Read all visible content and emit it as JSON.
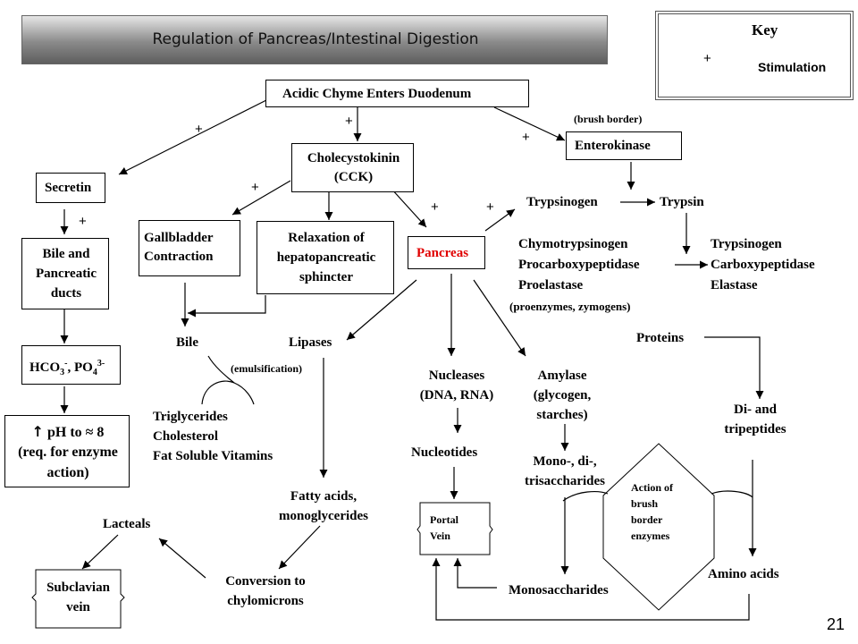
{
  "header": {
    "title": "Regulation of Pancreas/Intestinal  Digestion"
  },
  "key": {
    "heading": "Key",
    "symbol": "+",
    "meaning": "Stimulation"
  },
  "page_number": "21",
  "nodes": {
    "acidic_chyme": "Acidic Chyme Enters Duodenum",
    "brush_border_note": "(brush border)",
    "enterokinase": "Enterokinase",
    "cck": [
      "Cholecystokinin",
      "(CCK)"
    ],
    "secretin": "Secretin",
    "gallbladder": [
      "Gallbladder",
      "Contraction"
    ],
    "relaxation": [
      "Relaxation of",
      "hepatopancreatic",
      "sphincter"
    ],
    "pancreas": "Pancreas",
    "trypsinogen_top": "Trypsinogen",
    "trypsin": "Trypsin",
    "proenzymes": [
      "Chymotrypsinogen",
      "Procarboxypeptidase",
      "Proelastase"
    ],
    "active_enzymes": [
      "Trypsinogen",
      "Carboxypeptidase",
      "Elastase"
    ],
    "proenzymes_note": "(proenzymes, zymogens)",
    "bile_ducts": [
      "Bile and",
      "Pancreatic",
      "ducts"
    ],
    "hco3": {
      "base1": "HCO",
      "sub1": "3",
      "sup1": "-",
      "mid": ", PO",
      "sub2": "4",
      "sup2": "3-"
    },
    "ph": {
      "arrow": "↑",
      "lines": [
        "pH to ≈ 8",
        "(req. for enzyme",
        "action)"
      ]
    },
    "bile": "Bile",
    "lipases": "Lipases",
    "emulsification": "(emulsification)",
    "lipids": [
      "Triglycerides",
      "Cholesterol",
      "Fat Soluble Vitamins"
    ],
    "fatty_acids": [
      "Fatty acids,",
      "monoglycerides"
    ],
    "lacteals": "Lacteals",
    "subclavian": [
      "Subclavian",
      "vein"
    ],
    "chylomicrons": [
      "Conversion to",
      "chylomicrons"
    ],
    "nucleases": [
      "Nucleases",
      "(DNA, RNA)"
    ],
    "nucleotides": "Nucleotides",
    "portal_vein": [
      "Portal",
      "Vein"
    ],
    "amylase": [
      "Amylase",
      "(glycogen,",
      "starches)"
    ],
    "mono_di_tri": [
      "Mono-, di-,",
      "trisaccharides"
    ],
    "monosaccharides": "Monosaccharides",
    "brush_border_enzymes": [
      "Action of",
      "brush",
      "border",
      "enzymes"
    ],
    "proteins": "Proteins",
    "di_tri_peptides": [
      "Di- and",
      "tripeptides"
    ],
    "amino_acids": "Amino acids"
  },
  "stimulation_sign": "+",
  "colors": {
    "pancreas_text": "#e00000",
    "line": "#000000"
  }
}
